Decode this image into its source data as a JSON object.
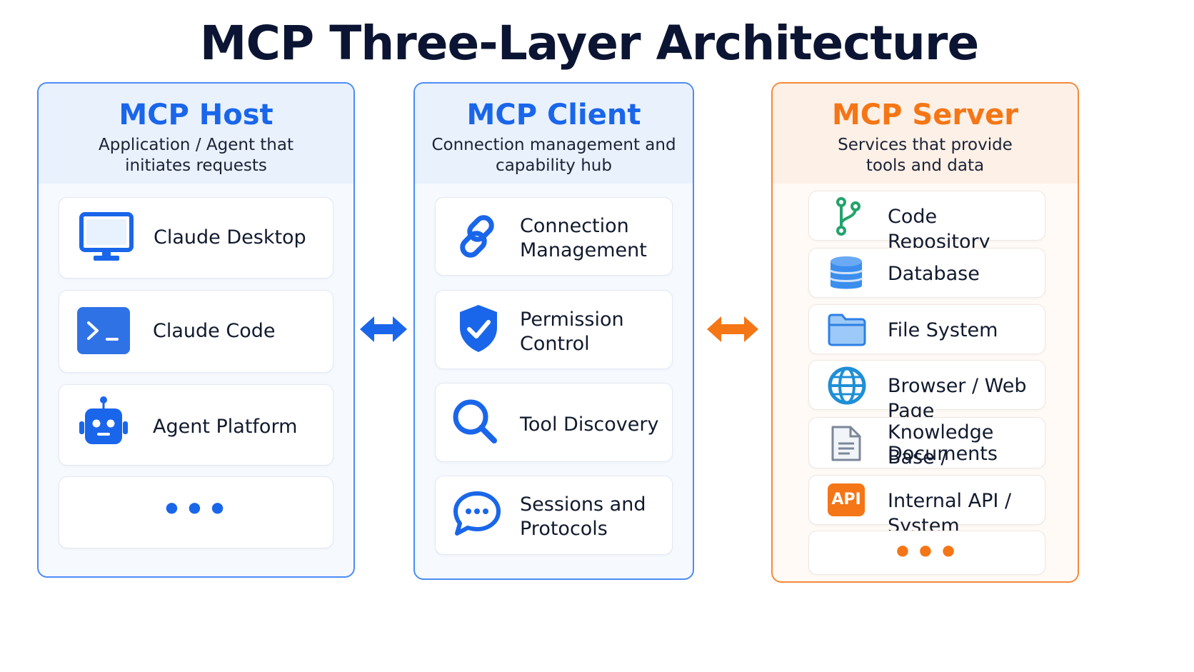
{
  "title": "MCP Three-Layer Architecture",
  "colors": {
    "blue": "#1a66ea",
    "orange": "#f47616",
    "green": "#22a36a"
  },
  "host": {
    "title": "MCP Host",
    "subtitle_line1": "Application / Agent that",
    "subtitle_line2": "initiates requests",
    "items": [
      {
        "label": "Claude Desktop",
        "icon": "monitor-icon"
      },
      {
        "label": "Claude Code",
        "icon": "terminal-icon"
      },
      {
        "label": "Agent Platform",
        "icon": "robot-icon"
      },
      {
        "label": "•••",
        "icon": "more-icon"
      }
    ]
  },
  "client": {
    "title": "MCP Client",
    "subtitle_line1": "Connection management and",
    "subtitle_line2": "capability hub",
    "items": [
      {
        "label_line1": "Connection",
        "label_line2": "Management",
        "icon": "link-icon"
      },
      {
        "label_line1": "Permission",
        "label_line2": "Control",
        "icon": "shield-check-icon"
      },
      {
        "label_line1": "Tool Discovery",
        "label_line2": "",
        "icon": "magnifier-icon"
      },
      {
        "label_line1": "Sessions and",
        "label_line2": "Protocols",
        "icon": "chat-bubble-icon"
      }
    ]
  },
  "server": {
    "title": "MCP Server",
    "subtitle_line1": "Services that provide",
    "subtitle_line2": "tools and data",
    "items": [
      {
        "label_line1": "Code Repository",
        "label_line2": "",
        "icon": "git-branch-icon"
      },
      {
        "label_line1": "Database",
        "label_line2": "",
        "icon": "database-icon"
      },
      {
        "label_line1": "File System",
        "label_line2": "",
        "icon": "folder-icon"
      },
      {
        "label_line1": "Browser / Web Page",
        "label_line2": "",
        "icon": "globe-icon"
      },
      {
        "label_line1": "Knowledge Base /",
        "label_line2": "Documents",
        "icon": "document-icon"
      },
      {
        "label_line1": "Internal API / System",
        "label_line2": "",
        "icon": "api-icon"
      },
      {
        "label_line1": "•••",
        "label_line2": "",
        "icon": "more-icon"
      }
    ],
    "api_badge_text": "API"
  }
}
